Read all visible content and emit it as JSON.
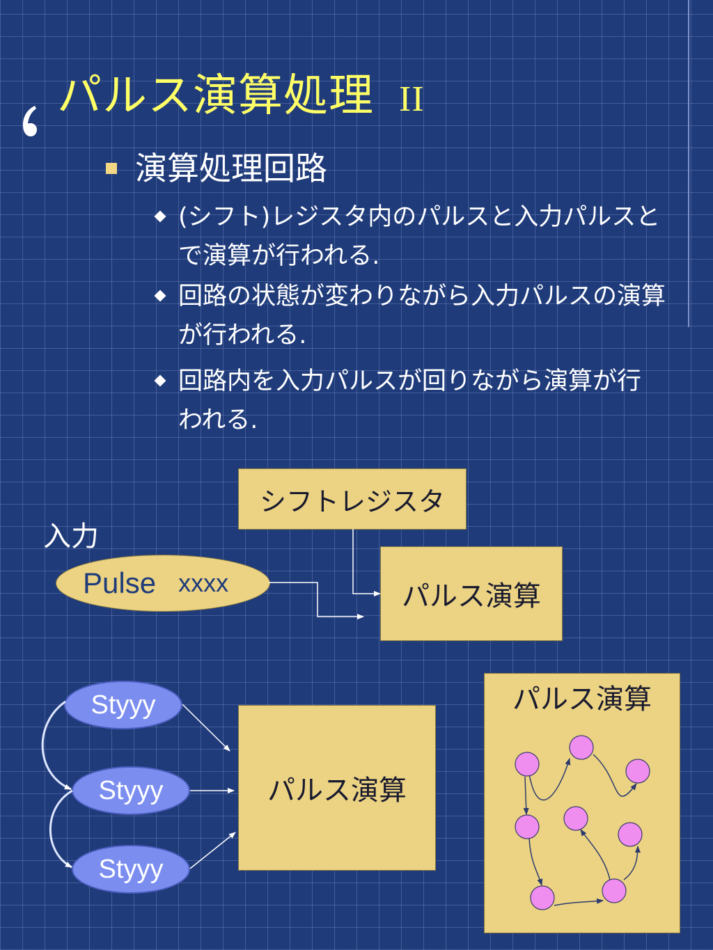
{
  "title": {
    "main": "パルス演算処理",
    "suffix": "II"
  },
  "bullets": [
    {
      "text": "演算処理回路",
      "children": [
        "(シフト)レジスタ内のパルスと入力パルスとで演算が行われる.",
        "回路の状態が変わりながら入力パルスの演算が行われる.",
        "回路内を入力パルスが回りながら演算が行われる."
      ]
    }
  ],
  "diagram_top": {
    "shift_register_label": "シフトレジスタ",
    "input_label": "入力",
    "pulse_words": [
      "Pulse",
      "xxxx"
    ],
    "pulse_op_label": "パルス演算"
  },
  "diagram_bottom": {
    "states": [
      "Styyy",
      "Styyy",
      "Styyy"
    ],
    "pulse_op_label": "パルス演算",
    "pulse_op_panel_label": "パルス演算"
  },
  "colors": {
    "background": "#1f3b7a",
    "title": "#ffff66",
    "box_fill": "#ebd383",
    "state_fill": "#7b8ef0",
    "node_fill": "#f08ef0"
  }
}
